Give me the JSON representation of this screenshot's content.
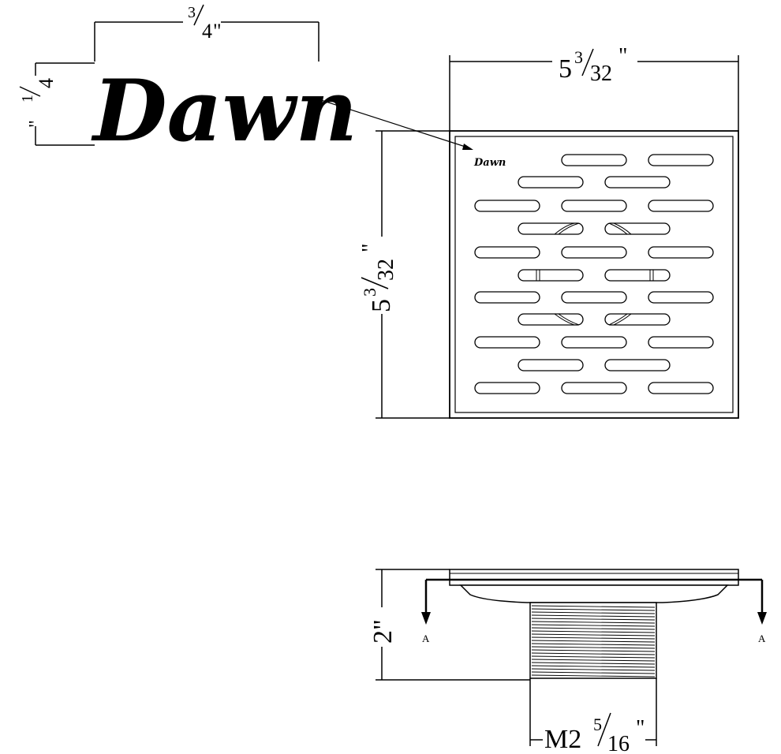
{
  "logo": {
    "text": "Dawn",
    "small_text": "Dawn"
  },
  "dimensions": {
    "logo_width": {
      "whole": "",
      "num": "3",
      "den": "4",
      "unit": "\""
    },
    "logo_height": {
      "whole": "",
      "num": "1",
      "den": "4",
      "unit": "\""
    },
    "grate_width": {
      "whole": "5",
      "num": "3",
      "den": "32",
      "unit": "\""
    },
    "grate_height": {
      "whole": "5",
      "num": "3",
      "den": "32",
      "unit": "\""
    },
    "drain_height": {
      "text": "2\""
    },
    "thread_size": {
      "whole": "M2",
      "num": "5",
      "den": "16",
      "unit": "\""
    }
  },
  "section_markers": {
    "left": "A",
    "right": "A"
  },
  "colors": {
    "line": "#000000",
    "background": "#ffffff",
    "thread_fill": "#ffffff"
  }
}
